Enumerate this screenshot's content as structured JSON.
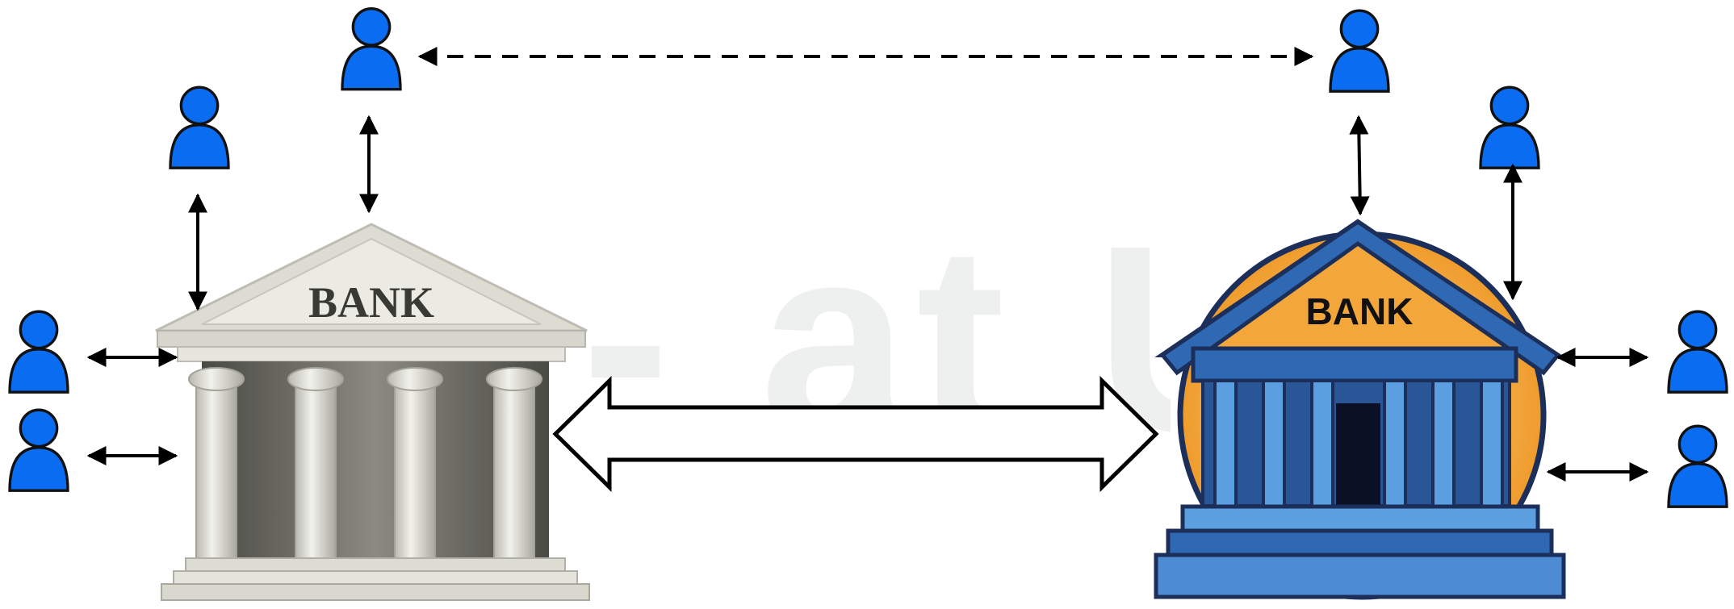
{
  "watermark": "- at UC",
  "banks": [
    {
      "id": "left",
      "label": "BANK"
    },
    {
      "id": "right",
      "label": "BANK"
    }
  ],
  "users": [
    {
      "id": "user-left-top",
      "bank": "left"
    },
    {
      "id": "user-left-upper",
      "bank": "left"
    },
    {
      "id": "user-left-side-1",
      "bank": "left"
    },
    {
      "id": "user-left-side-2",
      "bank": "left"
    },
    {
      "id": "user-right-top",
      "bank": "right"
    },
    {
      "id": "user-right-upper",
      "bank": "right"
    },
    {
      "id": "user-right-side-1",
      "bank": "right"
    },
    {
      "id": "user-right-side-2",
      "bank": "right"
    }
  ],
  "connections": [
    {
      "from": "user-left-top",
      "to": "user-right-top",
      "style": "dashed"
    },
    {
      "from": "bank-left",
      "to": "bank-right",
      "style": "hollow"
    }
  ],
  "colors": {
    "user": "#0a6cf0",
    "line": "#000000",
    "left_bank": "#dcdcd2",
    "right_bank": "#2f69b3",
    "right_roof": "#f3a73b"
  }
}
